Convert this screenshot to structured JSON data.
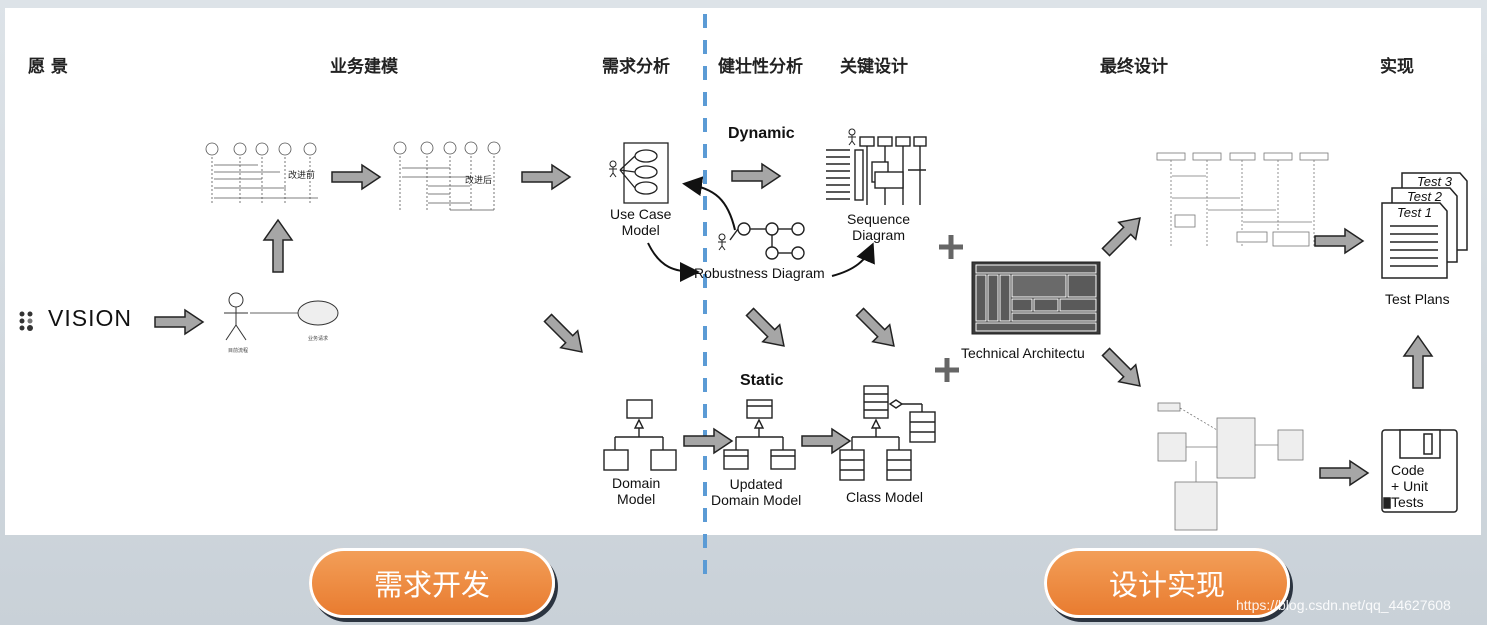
{
  "headers": [
    "愿 景",
    "业务建模",
    "需求分析",
    "健壮性分析",
    "关键设计",
    "最终设计",
    "实现"
  ],
  "vision_logo": "VISION",
  "labels": {
    "dynamic": "Dynamic",
    "static": "Static",
    "use_case_model": "Use Case\nModel",
    "robustness_diagram": "Robustness Diagram",
    "sequence_diagram": "Sequence\nDiagram",
    "domain_model": "Domain\nModel",
    "updated_domain_model": "Updated\nDomain Model",
    "class_model": "Class Model",
    "technical_architecture": "Technical Architectu",
    "test_plans": "Test Plans",
    "code_unit_tests": "Code\n+ Unit\nTests",
    "before": "改进前",
    "after": "改进后"
  },
  "tests": [
    "Test 3",
    "Test 2",
    "Test 1"
  ],
  "buttons": {
    "left": "需求开发",
    "right": "设计实现"
  },
  "watermark": "https://blog.csdn.net/qq_44627608",
  "colors": {
    "divider": "#5b9bd5",
    "arrow_fill": "#a6a6a6",
    "button": "#ee8a3c"
  }
}
